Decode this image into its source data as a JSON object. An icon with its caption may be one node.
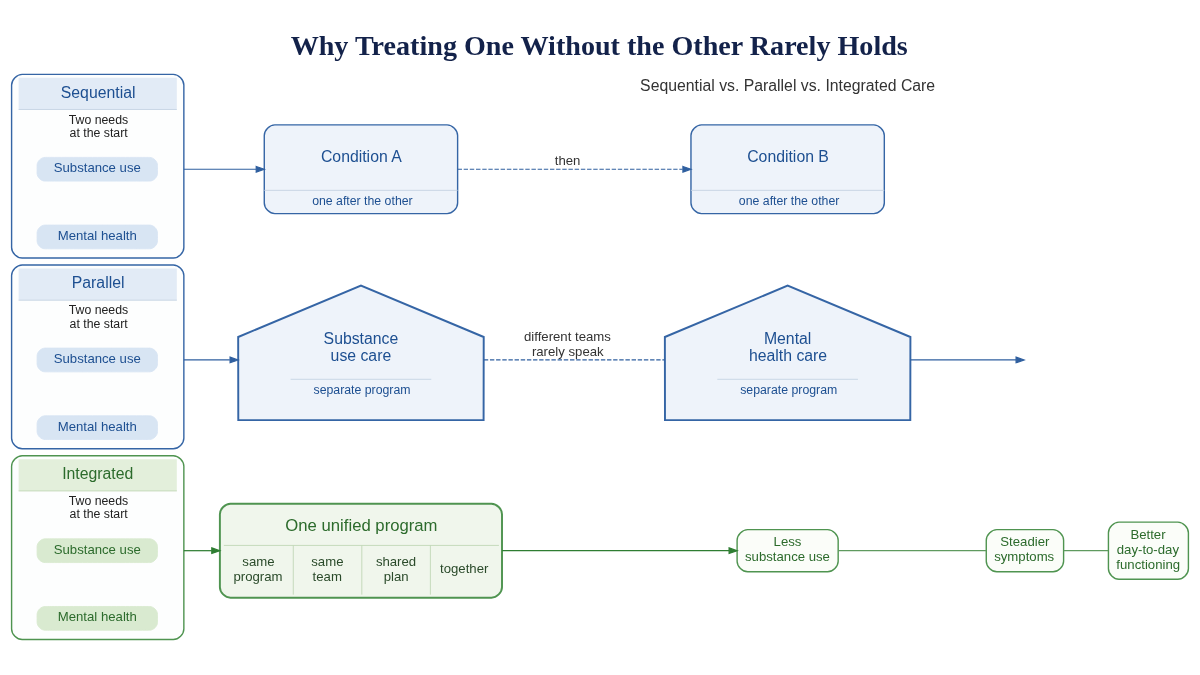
{
  "diagram": {
    "title": "Why Treating One Without the Other Rarely Holds",
    "nodes": [
      {
        "text": [
          "Sequential",
          "Two needs at the start"
        ]
      },
      {
        "text": [
          "Substance use"
        ],
        "in": 0
      },
      {
        "text": [
          "Mental health"
        ],
        "in": 0
      },
      {
        "text": [
          "Condition A",
          "one after the other"
        ]
      },
      {
        "text": [
          "Condition B",
          "one after the other"
        ]
      },
      {
        "text": [
          "Parallel",
          "Two needs at the start"
        ]
      },
      {
        "text": [
          "Substance use"
        ],
        "in": 5
      },
      {
        "text": [
          "Mental health"
        ],
        "in": 5
      },
      {
        "text": [
          "Substance use care",
          "separate program"
        ]
      },
      {
        "text": [
          "Mental health care",
          "separate program"
        ]
      },
      {
        "text": [
          "Integrated",
          "Two needs at the start"
        ]
      },
      {
        "text": [
          "Substance use"
        ],
        "in": 10
      },
      {
        "text": [
          "Mental health"
        ],
        "in": 10
      },
      {
        "text": [
          "One unified program",
          "same program",
          "same team",
          "shared plan",
          "together"
        ]
      },
      {
        "text": [
          "Less substance use"
        ]
      },
      {
        "text": [
          "Steadier symptoms"
        ]
      },
      {
        "text": [
          "Better day-to-day functioning"
        ]
      }
    ],
    "edges": [
      {
        "from": 0,
        "to": 3,
        "arrow": "to"
      },
      {
        "from": 3,
        "to": 4,
        "arrow": "to",
        "label": "then",
        "style": "dashed"
      },
      {
        "from": 5,
        "to": 8,
        "arrow": "to"
      },
      {
        "from": 8,
        "to": 9,
        "arrow": "none",
        "label": "different teams rarely speak",
        "style": "dashed"
      },
      {
        "from": 9,
        "to": null,
        "arrow": "to"
      },
      {
        "from": 10,
        "to": 13,
        "arrow": "to",
        "color": "#2e7d32"
      },
      {
        "from": 13,
        "to": 14,
        "arrow": "to",
        "color": "#2e7d32"
      },
      {
        "from": 14,
        "to": 15,
        "arrow": "none",
        "color": "#5f9a5f"
      },
      {
        "from": 15,
        "to": 16,
        "arrow": "none",
        "color": "#5f9a5f"
      }
    ],
    "labels": [
      "Sequential vs. Parallel vs. Integrated Care"
    ]
  }
}
